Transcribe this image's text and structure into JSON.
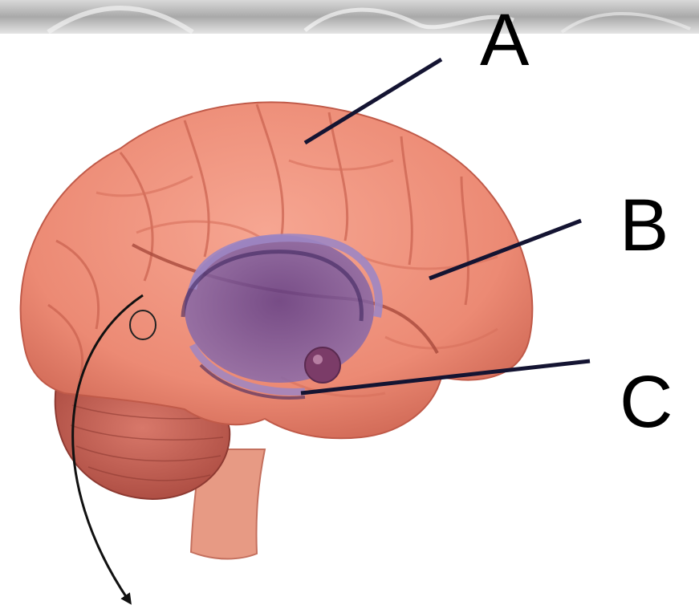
{
  "labels": {
    "a": "A",
    "b": "B",
    "c": "C"
  },
  "colors": {
    "background": "#ffffff",
    "brain": "#ec8a74",
    "brain_dark": "#c85a48",
    "limbic": "#6a4a92",
    "leader_lines": "#141432",
    "banner": "#b9b9b9"
  },
  "icons": [
    "curved-arrow-icon"
  ]
}
